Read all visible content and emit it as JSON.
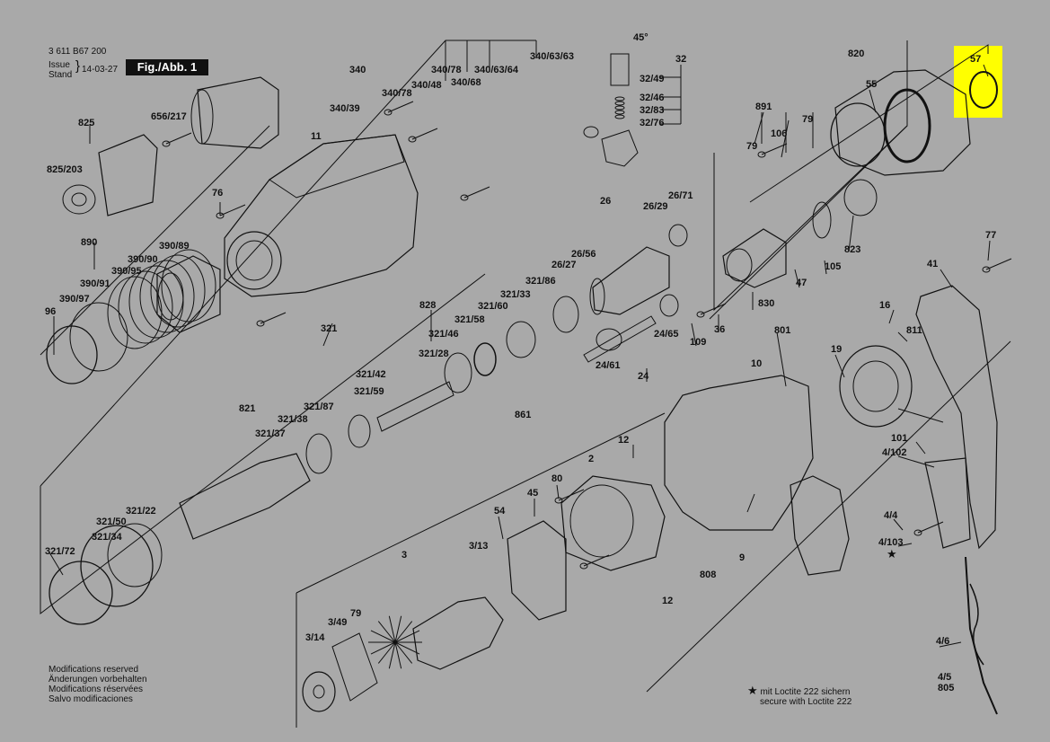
{
  "header": {
    "part_number": "3 611 B67 200",
    "issue_label": "Issue",
    "stand_label": "Stand",
    "date": "14-03-27",
    "figure_tag": "Fig./Abb. 1"
  },
  "highlight": {
    "label": "57",
    "color": "#ffff00"
  },
  "footer": {
    "modifications": [
      "Modifications reserved",
      "Änderungen vorbehalten",
      "Modifications réservées",
      "Salvo modificaciones"
    ],
    "loctite": [
      "mit Loctite 222 sichern",
      "secure with Loctite 222"
    ],
    "star_symbol": "★"
  },
  "labels": [
    "3",
    "2",
    "9",
    "10",
    "11",
    "12",
    "12",
    "16",
    "19",
    "24",
    "24/61",
    "24/65",
    "26",
    "26/27",
    "26/29",
    "26/56",
    "26/71",
    "32",
    "32/46",
    "32/49",
    "32/76",
    "32/83",
    "36",
    "41",
    "45",
    "45°",
    "47",
    "54",
    "55",
    "57",
    "76",
    "77",
    "79",
    "79",
    "79",
    "80",
    "96",
    "101",
    "105",
    "106",
    "109",
    "321",
    "321/22",
    "321/28",
    "321/33",
    "321/34",
    "321/37",
    "321/38",
    "321/42",
    "321/46",
    "321/50",
    "321/58",
    "321/59",
    "321/60",
    "321/72",
    "321/86",
    "321/87",
    "340",
    "340/39",
    "340/48",
    "340/63/63",
    "340/63/64",
    "340/68",
    "340/78",
    "340/78",
    "390/89",
    "390/90",
    "390/91",
    "390/95",
    "390/97",
    "3/13",
    "3/14",
    "3/49",
    "4/4",
    "4/5",
    "4/6",
    "4/102",
    "4/103",
    "656/217",
    "801",
    "805",
    "808",
    "811",
    "820",
    "821",
    "823",
    "825",
    "825/203",
    "828",
    "830",
    "861",
    "890",
    "891"
  ],
  "colors": {
    "background": "#a9a9a9",
    "line": "#111111",
    "highlight": "#ffff00"
  }
}
